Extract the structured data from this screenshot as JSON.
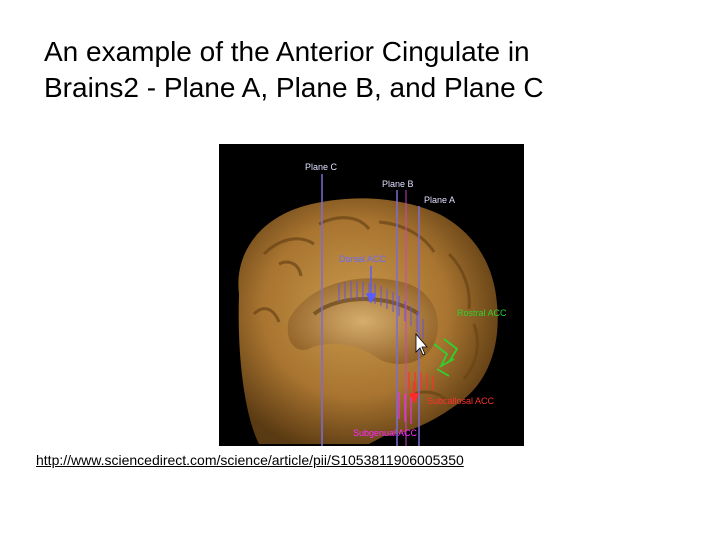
{
  "slide": {
    "title_line1": "An example of the Anterior Cingulate in",
    "title_line2": "Brains2 - Plane A, Plane B, and Plane C",
    "link_url": "http://www.sciencedirect.com/science/article/pii/S1053811906005350"
  },
  "figure": {
    "labels": {
      "plane_c": "Plane C",
      "plane_b": "Plane B",
      "plane_a": "Plane A",
      "dorsal_acc": "Dorsal ACC",
      "rostral_acc": "Rostral ACC",
      "subcallosal_acc": "Subcallosal ACC",
      "subgenual_acc": "Subgenual ACC"
    },
    "colors": {
      "background": "#000000",
      "brain_tissue": "#b8863a",
      "plane_line": "#7b6cd6",
      "dorsal_marker": "#5a5cff",
      "rostral_marker": "#2fd12f",
      "subcallosal_marker": "#ff2a2a",
      "subgenual_marker": "#ff2aff"
    }
  }
}
